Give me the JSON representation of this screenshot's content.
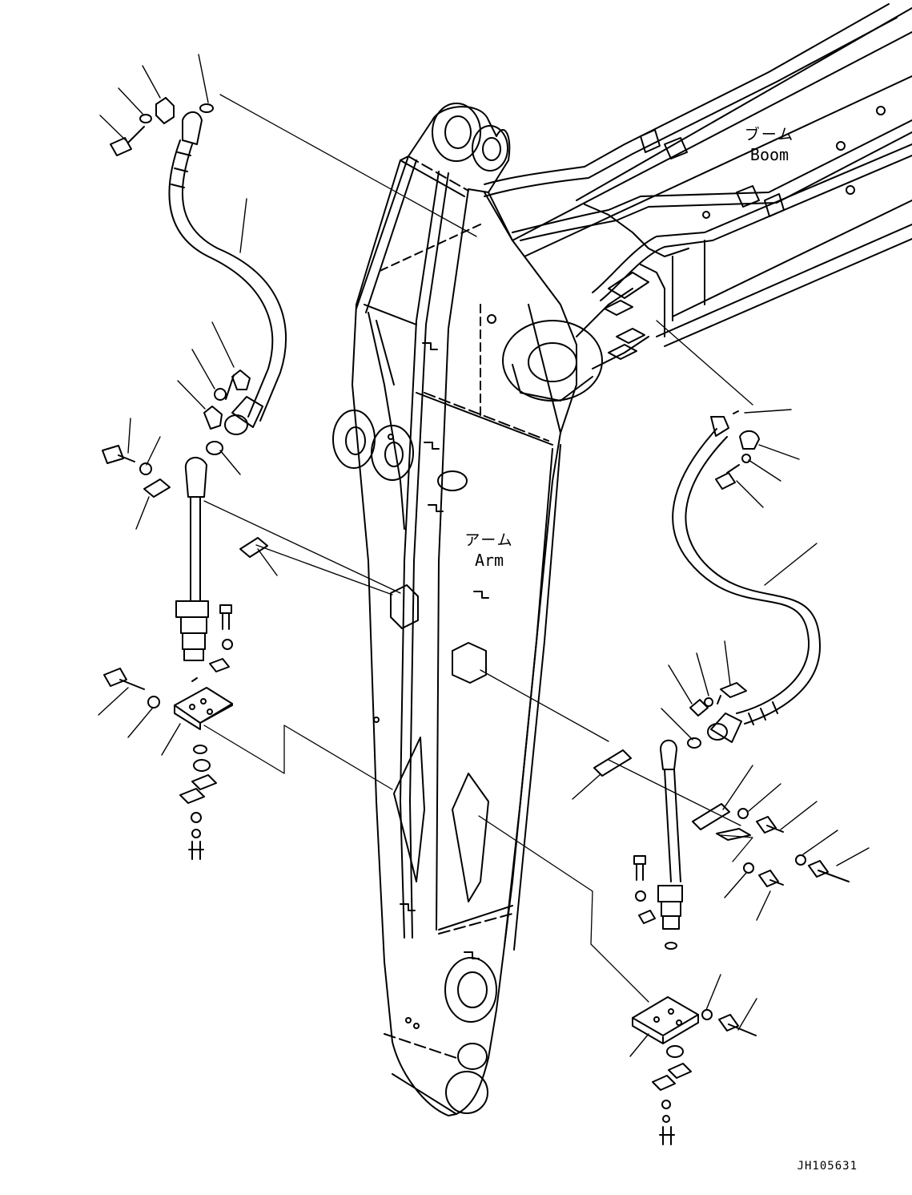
{
  "labels": {
    "boom_jp": "ブーム",
    "boom_en": "Boom",
    "arm_jp": "アーム",
    "arm_en": "Arm"
  },
  "drawing_id": "JH105631"
}
